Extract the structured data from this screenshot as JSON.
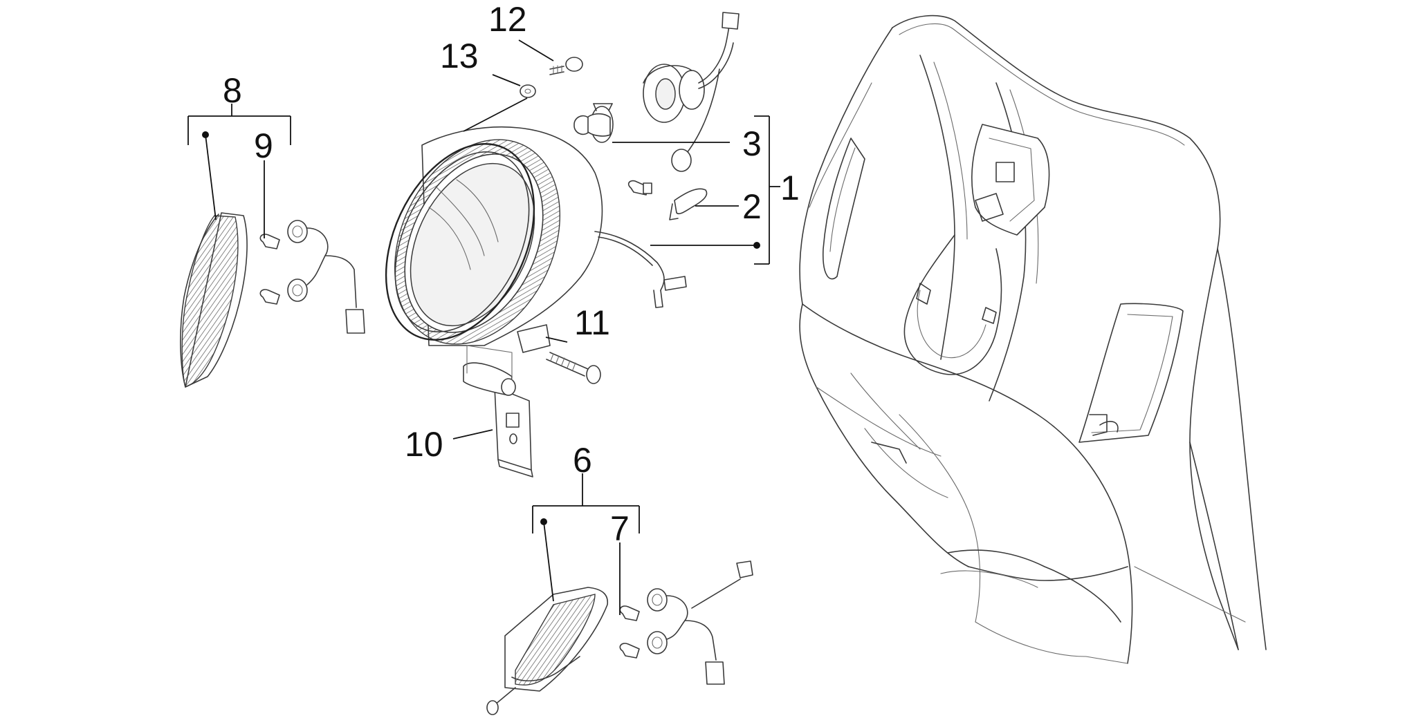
{
  "callouts": [
    {
      "id": "1",
      "label": "1"
    },
    {
      "id": "2",
      "label": "2"
    },
    {
      "id": "3",
      "label": "3"
    },
    {
      "id": "6",
      "label": "6"
    },
    {
      "id": "7",
      "label": "7"
    },
    {
      "id": "8",
      "label": "8"
    },
    {
      "id": "9",
      "label": "9"
    },
    {
      "id": "10",
      "label": "10"
    },
    {
      "id": "11",
      "label": "11"
    },
    {
      "id": "12",
      "label": "12"
    },
    {
      "id": "13",
      "label": "13"
    }
  ],
  "colors": {
    "line": "#3a3a3a",
    "text": "#111111",
    "background": "#ffffff"
  }
}
